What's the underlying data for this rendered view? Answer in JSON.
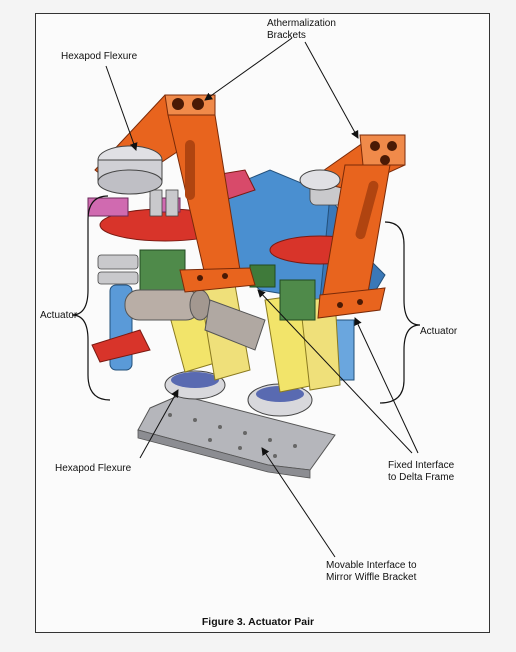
{
  "labels": {
    "athermalization_line1": "Athermalization",
    "athermalization_line2": "Brackets",
    "hexapod_flexure_top": "Hexapod Flexure",
    "actuator_left": "Actuator",
    "actuator_right": "Actuator",
    "hexapod_flexure_bottom": "Hexapod Flexure",
    "fixed_interface_line1": "Fixed Interface",
    "fixed_interface_line2": "to Delta Frame",
    "movable_interface_line1": "Movable Interface to",
    "movable_interface_line2": "Mirror Wiffle Bracket"
  },
  "caption": "Figure 3.  Actuator Pair",
  "colors": {
    "bracket_orange": "#e8641e",
    "blue_part": "#4a8fd0",
    "yellow_part": "#f2e46a",
    "green_part": "#4f8a4a",
    "red_part": "#d8342a",
    "gray_base": "#a9aaaf",
    "pink_part": "#d06ab0"
  }
}
